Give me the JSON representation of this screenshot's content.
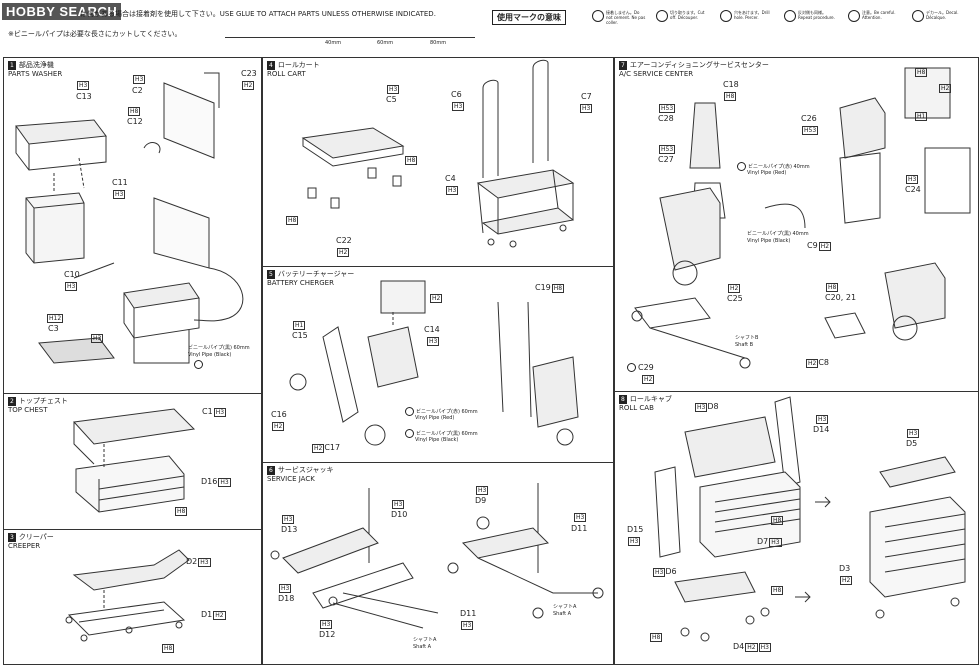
{
  "header": {
    "logo": "HOBBY SEARCH",
    "note1": "は何がある場合は接着剤を使用して下さい。USE GLUE TO ATTACH PARTS UNLESS OTHERWISE INDICATED.",
    "note2": "※ビニールパイプは必要な長さにカットしてください。",
    "ruler": [
      "40mm",
      "60mm",
      "80mm"
    ]
  },
  "legend": {
    "title": "使用マークの意味",
    "items": [
      {
        "icon": "no-glue-icon",
        "text": "接着しません。Do not cement. Ne pas coller."
      },
      {
        "icon": "cut-icon",
        "text": "切り取ります。Cut off. Découper."
      },
      {
        "icon": "drill-icon",
        "text": "穴をあけます。Drill hole. Percer."
      },
      {
        "icon": "repeat-icon",
        "text": "反対側も同様。Repeat procedure."
      },
      {
        "icon": "careful-icon",
        "text": "注意。Be careful. Attention."
      },
      {
        "icon": "decal-icon",
        "text": "デカール。Decal. Décalque."
      }
    ]
  },
  "panels": {
    "p1": {
      "num": "1",
      "jp": "部品洗浄機",
      "en": "PARTS WASHER"
    },
    "p2": {
      "num": "2",
      "jp": "トップチェスト",
      "en": "TOP CHEST"
    },
    "p3": {
      "num": "3",
      "jp": "クリーパー",
      "en": "CREEPER"
    },
    "p4": {
      "num": "4",
      "jp": "ロールカート",
      "en": "ROLL CART"
    },
    "p5": {
      "num": "5",
      "jp": "バッテリーチャージャー",
      "en": "BATTERY CHERGER"
    },
    "p6": {
      "num": "6",
      "jp": "サービスジャッキ",
      "en": "SERVICE JACK"
    },
    "p7": {
      "num": "7",
      "jp": "エアーコンディショニングサービスセンター",
      "en": "A/C SERVICE CENTER"
    },
    "p8": {
      "num": "8",
      "jp": "ロールキャブ",
      "en": "ROLL CAB"
    }
  },
  "parts": {
    "c23": "C23",
    "h2": "H2",
    "h3": "H3",
    "h8": "H8",
    "c2": "C2",
    "c13": "C13",
    "c12": "C12",
    "c11": "C11",
    "c10": "C10",
    "c3": "C3",
    "h12": "H12",
    "c1": "C1",
    "d16": "D16",
    "d2": "D2",
    "d1": "D1",
    "c5": "C5",
    "c6": "C6",
    "c7": "C7",
    "c4": "C4",
    "c22": "C22",
    "c15": "C15",
    "c14": "C14",
    "c16": "C16",
    "c17": "C17",
    "c19": "C19",
    "h1": "H1",
    "d9": "D9",
    "d13": "D13",
    "d10": "D10",
    "d11": "D11",
    "d18": "D18",
    "d12": "D12",
    "c18": "C18",
    "c28": "C28",
    "c27": "C27",
    "c26": "C26",
    "c24": "C24",
    "c9": "C9",
    "c25": "C25",
    "c20_21": "C20, 21",
    "c8": "C8",
    "c29": "C29",
    "h53": "H53",
    "d8": "D8",
    "d14": "D14",
    "d5": "D5",
    "d15": "D15",
    "d7": "D7",
    "d6": "D6",
    "d3": "D3",
    "d4": "D4"
  },
  "notes": {
    "vinyl_black_60": "ビニールパイプ(黒) 60mm",
    "vinyl_black_en": "Vinyl Pipe (Black)",
    "vinyl_red_60": "ビニールパイプ(赤) 60mm",
    "vinyl_red_en": "Vinyl Pipe (Red)",
    "vinyl_red_40": "ビニールパイプ(赤) 40mm",
    "vinyl_black_40": "ビニールパイプ(黒) 40mm",
    "shaft_a_jp": "シャフトA",
    "shaft_a_en": "Shaft A",
    "shaft_b_jp": "シャフトB",
    "shaft_b_en": "Shaft B"
  }
}
